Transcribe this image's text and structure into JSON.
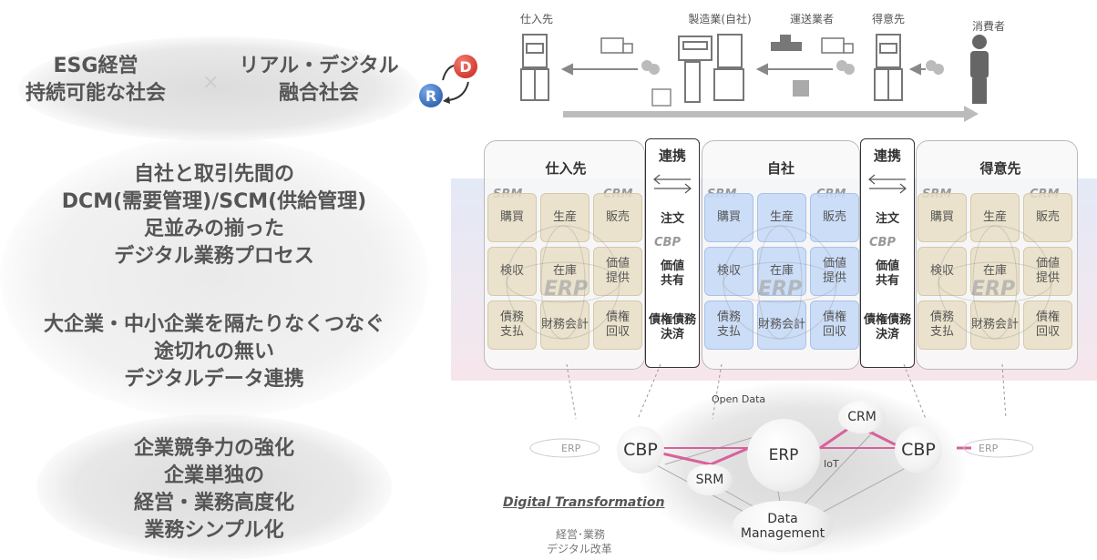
{
  "left": {
    "top_left": [
      "ESG経営",
      "持続可能な社会"
    ],
    "top_right": [
      "リアル・デジタル",
      "融合社会"
    ],
    "times": "×",
    "badge_d": "D",
    "badge_r": "R",
    "block2": [
      "自社と取引先間の",
      "DCM(需要管理)/SCM(供給管理)",
      "足並みの揃った",
      "デジタル業務プロセス"
    ],
    "block3": [
      "大企業・中小企業を隔たりなくつなぐ",
      "途切れの無い",
      "デジタルデータ連携"
    ],
    "block4": [
      "企業競争力の強化",
      "企業単独の",
      "経営・業務高度化",
      "業務シンプル化"
    ]
  },
  "chain": {
    "supplier": "仕入先",
    "manufacturer": "製造業(自社)",
    "carrier": "運送業者",
    "customer": "得意先",
    "consumer": "消費者"
  },
  "panels": {
    "supplier": {
      "title": "仕入先",
      "srm": "SRM",
      "crm": "CRM",
      "cells": [
        "購買",
        "生産",
        "販売",
        "検収",
        "在庫",
        "価値\n提供",
        "債務\n支払",
        "財務会計",
        "債権\n回収"
      ],
      "erp": "ERP"
    },
    "own": {
      "title": "自社",
      "srm": "SRM",
      "crm": "CRM",
      "cells": [
        "購買",
        "生産",
        "販売",
        "検収",
        "在庫",
        "価値\n提供",
        "債務\n支払",
        "財務会計",
        "債権\n回収"
      ],
      "erp": "ERP"
    },
    "customer": {
      "title": "得意先",
      "srm": "SRM",
      "crm": "CRM",
      "cells": [
        "購買",
        "生産",
        "販売",
        "検収",
        "在庫",
        "価値\n提供",
        "債務\n支払",
        "財務会計",
        "債権\n回収"
      ],
      "erp": "ERP"
    }
  },
  "links": [
    {
      "title": "連携",
      "order": "注文",
      "cbp": "CBP",
      "share": "価値\n共有",
      "settle": "債権債務\n決済"
    },
    {
      "title": "連携",
      "order": "注文",
      "cbp": "CBP",
      "share": "価値\n共有",
      "settle": "債権債務\n決済"
    }
  ],
  "network": {
    "erp_center": "ERP",
    "cbp_left": "CBP",
    "cbp_right": "CBP",
    "crm": "CRM",
    "srm": "SRM",
    "data_mgmt": "Data\nManagement",
    "open_data": "Open Data",
    "iot": "IoT",
    "erp_far_left": "ERP",
    "erp_far_right": "ERP"
  },
  "dx": {
    "title": "Digital Transformation",
    "sub1": "経営･業務",
    "sub2": "デジタル改革"
  },
  "colors": {
    "accent_pink": "#d9609b",
    "red_badge": "#d9302a",
    "blue_badge": "#2f6bc0"
  }
}
